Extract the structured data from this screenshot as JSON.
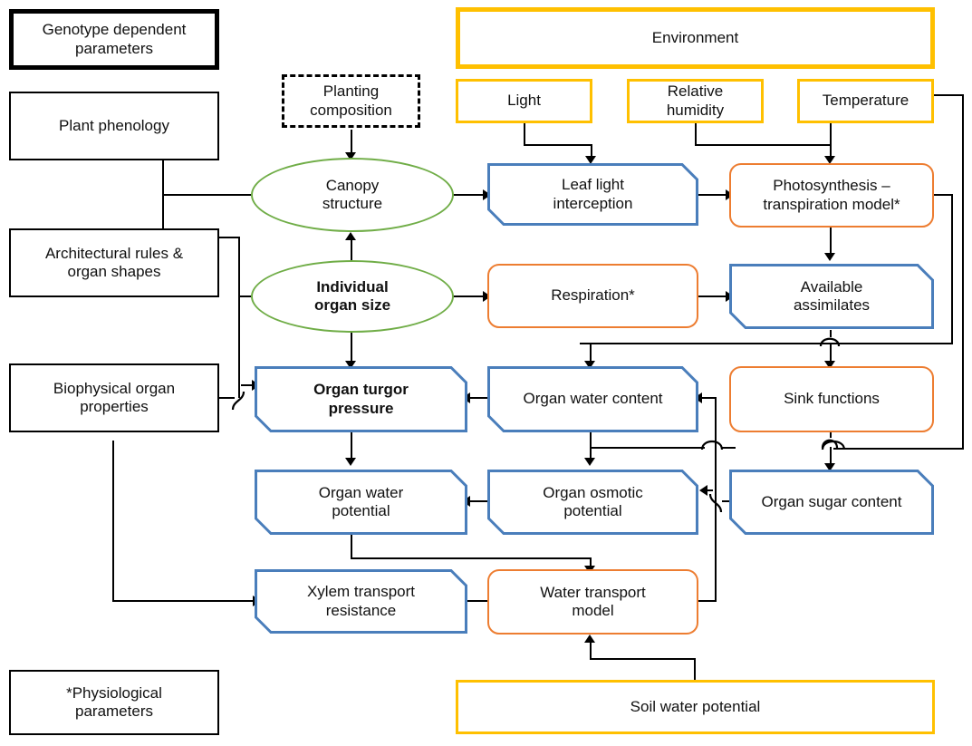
{
  "diagram": {
    "title": "Plant growth model flowchart",
    "colors": {
      "blue": "#4A7EBB",
      "orange": "#ED7D31",
      "green": "#70AD47",
      "gold": "#FFC000",
      "black": "#000000"
    },
    "nodes": {
      "genotype_parameters": "Genotype dependent\nparameters",
      "plant_phenology": "Plant phenology",
      "architectural_rules": "Architectural rules &\norgan shapes",
      "biophysical_properties": "Biophysical organ\nproperties",
      "physiological_parameters": "*Physiological\nparameters",
      "planting_composition": "Planting\ncomposition",
      "environment": "Environment",
      "light": "Light",
      "relative_humidity": "Relative\nhumidity",
      "temperature": "Temperature",
      "canopy_structure": "Canopy\nstructure",
      "individual_organ_size": "Individual\norgan size",
      "leaf_light_interception": "Leaf light\ninterception",
      "photosynthesis_transpiration": "Photosynthesis –\ntranspiration model*",
      "respiration": "Respiration*",
      "available_assimilates": "Available\nassimilates",
      "organ_turgor_pressure": "Organ turgor\npressure",
      "organ_water_content": "Organ water content",
      "sink_functions": "Sink functions",
      "organ_water_potential": "Organ water\npotential",
      "organ_osmotic_potential": "Organ osmotic\npotential",
      "organ_sugar_content": "Organ sugar content",
      "xylem_transport_resistance": "Xylem transport\nresistance",
      "water_transport_model": "Water transport\nmodel",
      "soil_water_potential": "Soil water potential"
    }
  }
}
